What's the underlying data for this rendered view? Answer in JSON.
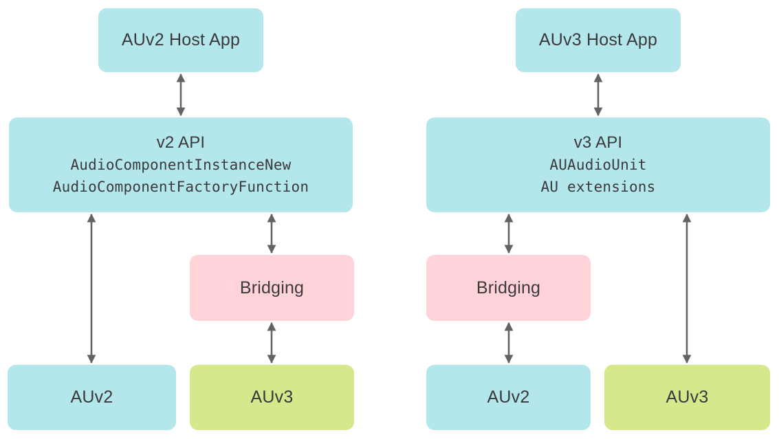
{
  "diagram": {
    "left_group": {
      "host_label": "AUv2 Host App",
      "api_lines": [
        "v2 API",
        "AudioComponentInstanceNew",
        "AudioComponentFactoryFunction"
      ],
      "bridging_label": "Bridging",
      "bottom_left_label": "AUv2",
      "bottom_right_label": "AUv3"
    },
    "right_group": {
      "host_label": "AUv3 Host App",
      "api_lines": [
        "v3 API",
        "AUAudioUnit",
        "AU extensions"
      ],
      "bridging_label": "Bridging",
      "bottom_left_label": "AUv2",
      "bottom_right_label": "AUv3"
    },
    "colors": {
      "cyan": "#b3e7eb",
      "pink": "#ffd3d8",
      "green": "#d6e88c",
      "arrow": "#636366",
      "text": "#3a3a3c",
      "background": "#ffffff"
    }
  }
}
